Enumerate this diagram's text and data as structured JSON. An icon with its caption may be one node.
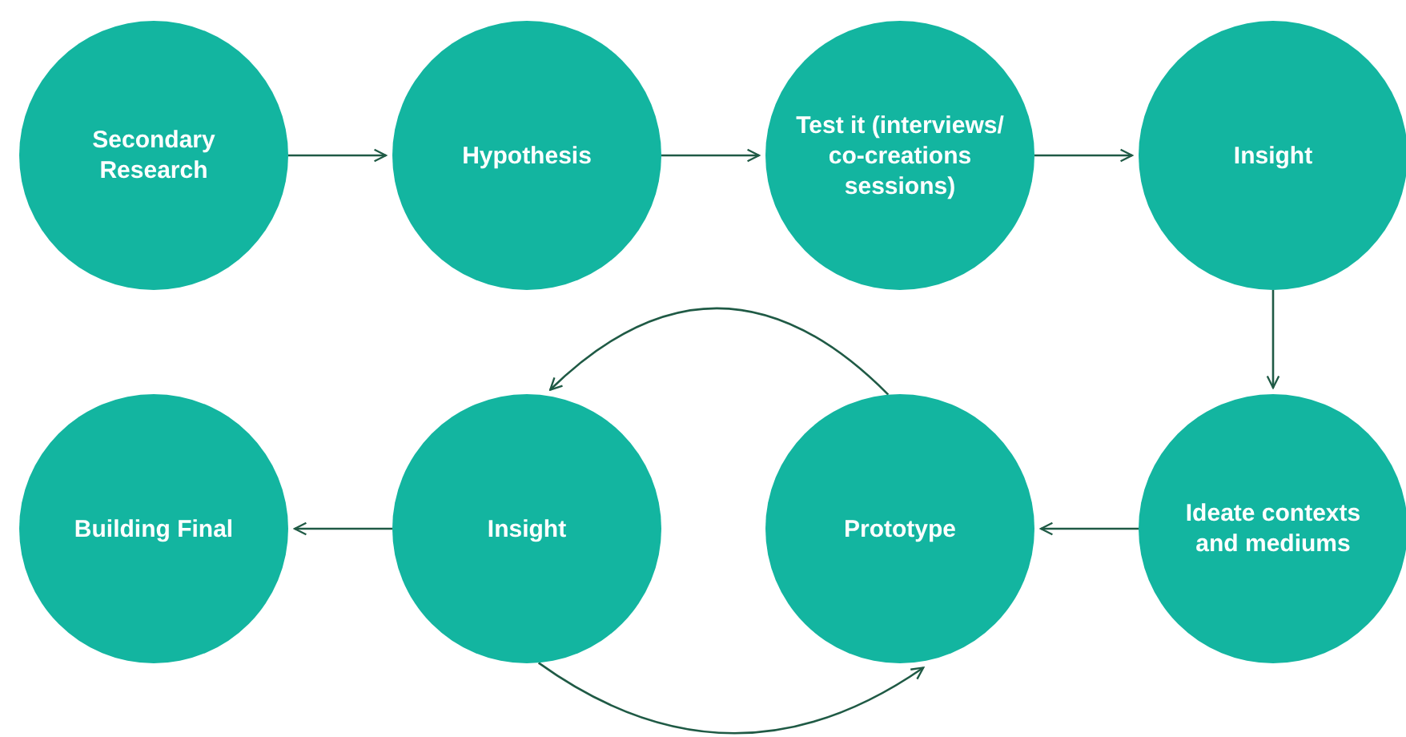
{
  "diagram": {
    "nodes": [
      {
        "text": [
          "Secondary Research"
        ]
      },
      {
        "text": [
          "Hypothesis"
        ]
      },
      {
        "text": [
          "Test it (interviews/ co-creations sessions)"
        ]
      },
      {
        "text": [
          "Insight"
        ]
      },
      {
        "text": [
          "Building Final"
        ]
      },
      {
        "text": [
          "Insight"
        ]
      },
      {
        "text": [
          "Prototype"
        ]
      },
      {
        "text": [
          "Ideate contexts and mediums"
        ]
      }
    ],
    "edges": [
      {
        "from": 0,
        "to": 1,
        "arrow": "to"
      },
      {
        "from": 1,
        "to": 2,
        "arrow": "to"
      },
      {
        "from": 2,
        "to": 3,
        "arrow": "to"
      },
      {
        "from": 3,
        "to": 7,
        "arrow": "to"
      },
      {
        "from": 7,
        "to": 6,
        "arrow": "to"
      },
      {
        "from": 6,
        "to": 5,
        "arrow": "to"
      },
      {
        "from": 5,
        "to": 6,
        "arrow": "to"
      },
      {
        "from": 5,
        "to": 4,
        "arrow": "to"
      }
    ]
  }
}
